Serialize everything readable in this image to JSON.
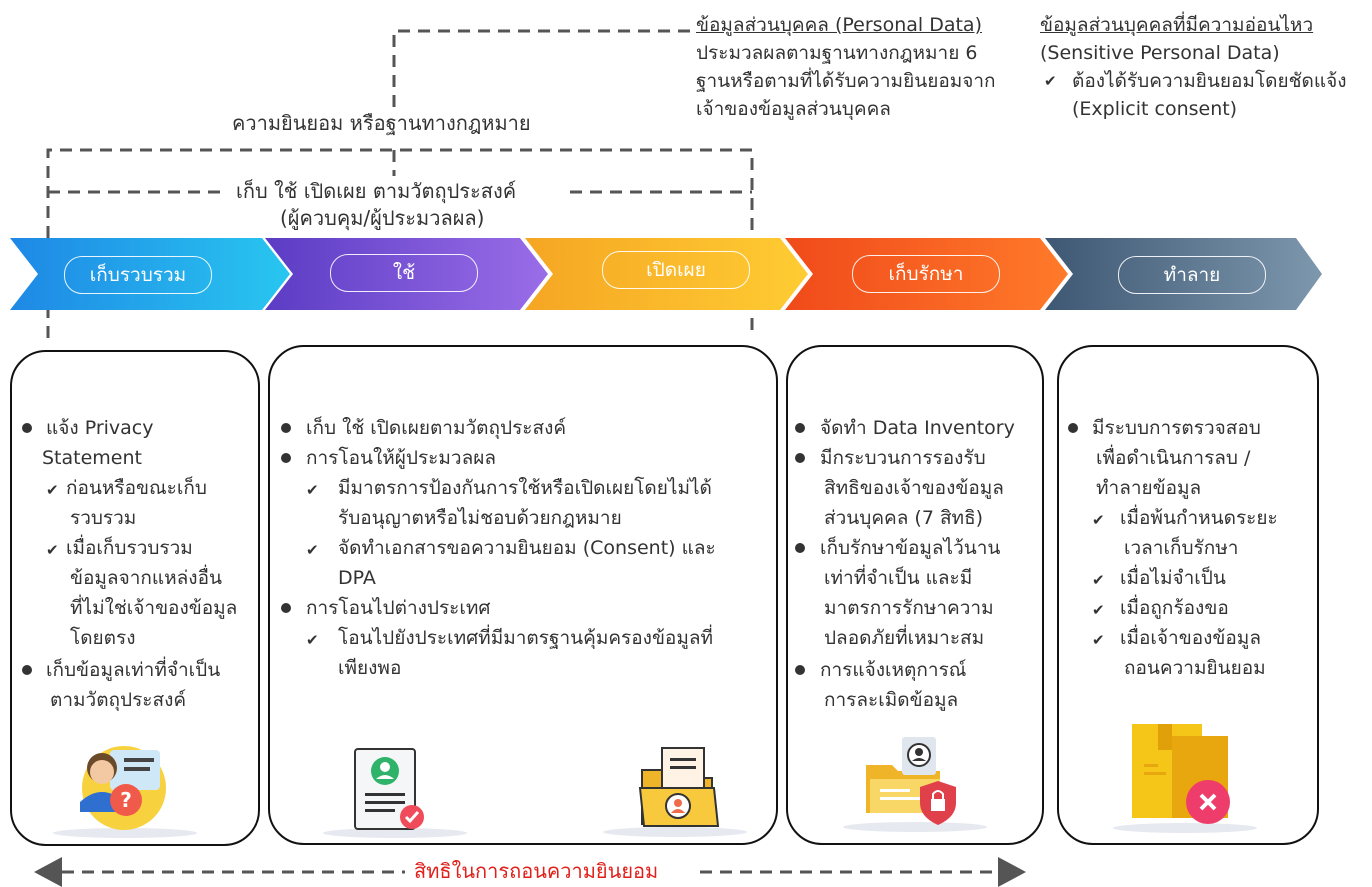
{
  "top_notes": {
    "personal_title": "ข้อมูลส่วนบุคคล (Personal Data)",
    "personal_lines": [
      "ประมวลผลตามฐานทางกฎหมาย 6",
      "ฐานหรือตามที่ได้รับความยินยอมจาก",
      "เจ้าของข้อมูลส่วนบุคคล"
    ],
    "sensitive_title": "ข้อมูลส่วนบุคคลที่มีความอ่อนไหว",
    "sensitive_sub": "(Sensitive Personal Data)",
    "sensitive_lines": [
      "ต้องได้รับความยินยอมโดยชัดแจ้ง",
      "(Explicit consent)"
    ]
  },
  "labels": {
    "consent_basis": "ความยินยอม หรือฐานทางกฎหมาย",
    "purpose_line1": "เก็บ ใช้ เปิดเผย ตามวัตถุประสงค์",
    "purpose_line2": "(ผู้ควบคุม/ผู้ประมวลผล)",
    "withdraw": "สิทธิในการถอนความยินยอม"
  },
  "stages": [
    "เก็บรวบรวม",
    "ใช้",
    "เปิดเผย",
    "เก็บรักษา",
    "ทำลาย"
  ],
  "colors": {
    "stage1": [
      "#1e88e5",
      "#29c6f0"
    ],
    "stage2": [
      "#5b3cc4",
      "#9a6de8"
    ],
    "stage3": [
      "#f5a623",
      "#ffcc33"
    ],
    "stage4": [
      "#f04a1a",
      "#ff7a2a"
    ],
    "stage5": [
      "#3e5874",
      "#7d97ad"
    ],
    "withdraw_text": "#e0201a"
  },
  "panels": {
    "collect": {
      "b1": [
        "แจ้ง Privacy",
        "Statement"
      ],
      "c1": [
        "ก่อนหรือขณะเก็บ",
        "รวบรวม"
      ],
      "c2": [
        "เมื่อเก็บรวบรวม",
        "ข้อมูลจากแหล่งอื่น",
        "ที่ไม่ใช่เจ้าของข้อมูล",
        "โดยตรง"
      ],
      "b2": [
        "เก็บข้อมูลเท่าที่จำเป็น",
        "ตามวัตถุประสงค์"
      ]
    },
    "use": {
      "b1": "เก็บ ใช้ เปิดเผยตามวัตถุประสงค์",
      "b2": "การโอนให้ผู้ประมวลผล",
      "c1": [
        "มีมาตรการป้องกันการใช้หรือเปิดเผยโดยไม่ได้",
        "รับอนุญาตหรือไม่ชอบด้วยกฎหมาย"
      ],
      "c2": [
        "จัดทำเอกสารขอความยินยอม (Consent) และ",
        "DPA"
      ],
      "b3": "การโอนไปต่างประเทศ",
      "c3": [
        "โอนไปยังประเทศที่มีมาตรฐานคุ้มครองข้อมูลที่",
        "เพียงพอ"
      ]
    },
    "retain": {
      "b1": "จัดทำ Data Inventory",
      "b2": [
        "มีกระบวนการรองรับ",
        "สิทธิของเจ้าของข้อมูล",
        "ส่วนบุคคล (7 สิทธิ)"
      ],
      "b3": [
        "เก็บรักษาข้อมูลไว้นาน",
        "เท่าที่จำเป็น และมี",
        "มาตรการรักษาความ",
        "ปลอดภัยที่เหมาะสม"
      ],
      "b4": [
        "การแจ้งเหตุการณ์",
        "การละเมิดข้อมูล"
      ]
    },
    "destroy": {
      "b1": [
        "มีระบบการตรวจสอบ",
        "เพื่อดำเนินการลบ /",
        "ทำลายข้อมูล"
      ],
      "c1": [
        "เมื่อพ้นกำหนดระยะ",
        "เวลาเก็บรักษา"
      ],
      "c2": "เมื่อไม่จำเป็น",
      "c3": "เมื่อถูกร้องขอ",
      "c4": [
        "เมื่อเจ้าของข้อมูล",
        "ถอนความยินยอม"
      ]
    }
  }
}
